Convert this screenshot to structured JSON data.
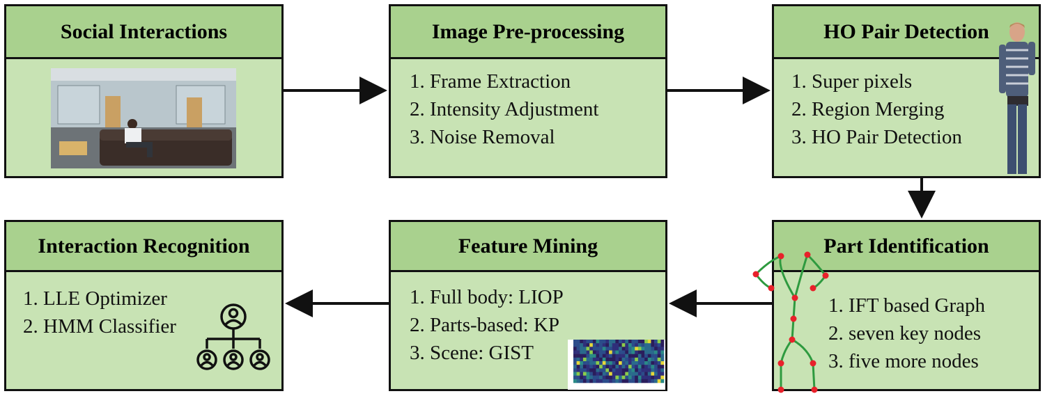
{
  "boxes": {
    "social": {
      "title": "Social Interactions",
      "items": []
    },
    "pre": {
      "title": "Image Pre-processing",
      "items": [
        "1. Frame Extraction",
        "2. Intensity Adjustment",
        "3. Noise Removal"
      ]
    },
    "ho": {
      "title": "HO Pair Detection",
      "items": [
        "1. Super pixels",
        "2. Region Merging",
        "3. HO Pair Detection"
      ]
    },
    "part": {
      "title": "Part Identification",
      "items": [
        "1. IFT based Graph",
        "2. seven key nodes",
        "3. five more nodes"
      ]
    },
    "feature": {
      "title": "Feature Mining",
      "items": [
        "1. Full body: LIOP",
        "2. Parts-based: KP",
        "3. Scene: GIST"
      ]
    },
    "interaction": {
      "title": "Interaction Recognition",
      "items": [
        "1. LLE Optimizer",
        "2. HMM Classifier"
      ]
    }
  },
  "icons": {
    "scene_photo": "office-scene-photo",
    "person": "standing-person-image",
    "skeleton": "skeleton-graph-icon",
    "heatmap": "gist-heatmap-image",
    "hierarchy": "user-hierarchy-icon"
  },
  "colors": {
    "header": "#a9d18e",
    "body": "#c8e3b4",
    "node": "#e8212b",
    "skeleton_line": "#2e9a3f"
  }
}
